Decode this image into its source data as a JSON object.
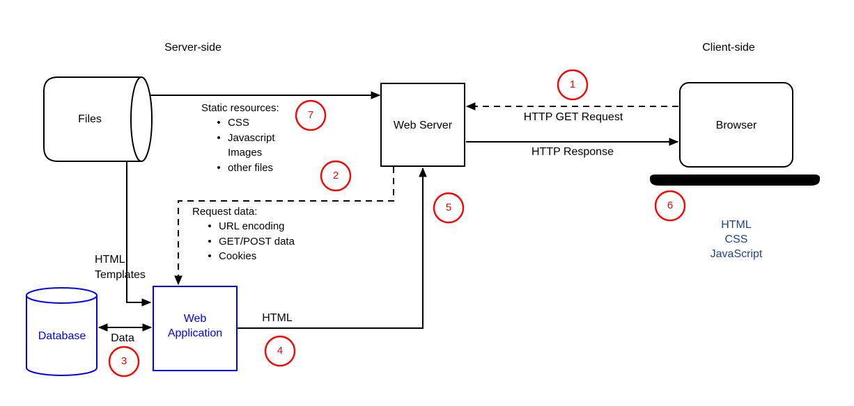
{
  "regions": {
    "server_side": "Server-side",
    "client_side": "Client-side"
  },
  "nodes": {
    "files": "Files",
    "web_server": "Web Server",
    "browser": "Browser",
    "database": "Database",
    "web_application": "Web Application"
  },
  "static_resources": {
    "title": "Static resources:",
    "items": [
      {
        "bullet": "•",
        "label": "CSS"
      },
      {
        "bullet": "•",
        "label": "Javascript"
      },
      {
        "bullet": "",
        "label": "Images"
      },
      {
        "bullet": "•",
        "label": "other files"
      }
    ]
  },
  "request_data": {
    "title": "Request data:",
    "items": [
      {
        "bullet": "•",
        "label": "URL encoding"
      },
      {
        "bullet": "•",
        "label": "GET/POST data"
      },
      {
        "bullet": "•",
        "label": "Cookies"
      }
    ]
  },
  "edges": {
    "http_get_request": "HTTP GET Request",
    "http_response": "HTTP Response",
    "html_templates": "HTML Templates",
    "data": "Data",
    "html": "HTML"
  },
  "client_output": [
    "HTML",
    "CSS",
    "JavaScript"
  ],
  "steps": [
    {
      "label": "1"
    },
    {
      "label": "2"
    },
    {
      "label": "3"
    },
    {
      "label": "4"
    },
    {
      "label": "5"
    },
    {
      "label": "6"
    },
    {
      "label": "7"
    }
  ],
  "colors": {
    "node_blue": "#0000ff",
    "step_red": "#ff0000",
    "client_text_blue": "#1c4587",
    "line_black": "#000000"
  }
}
